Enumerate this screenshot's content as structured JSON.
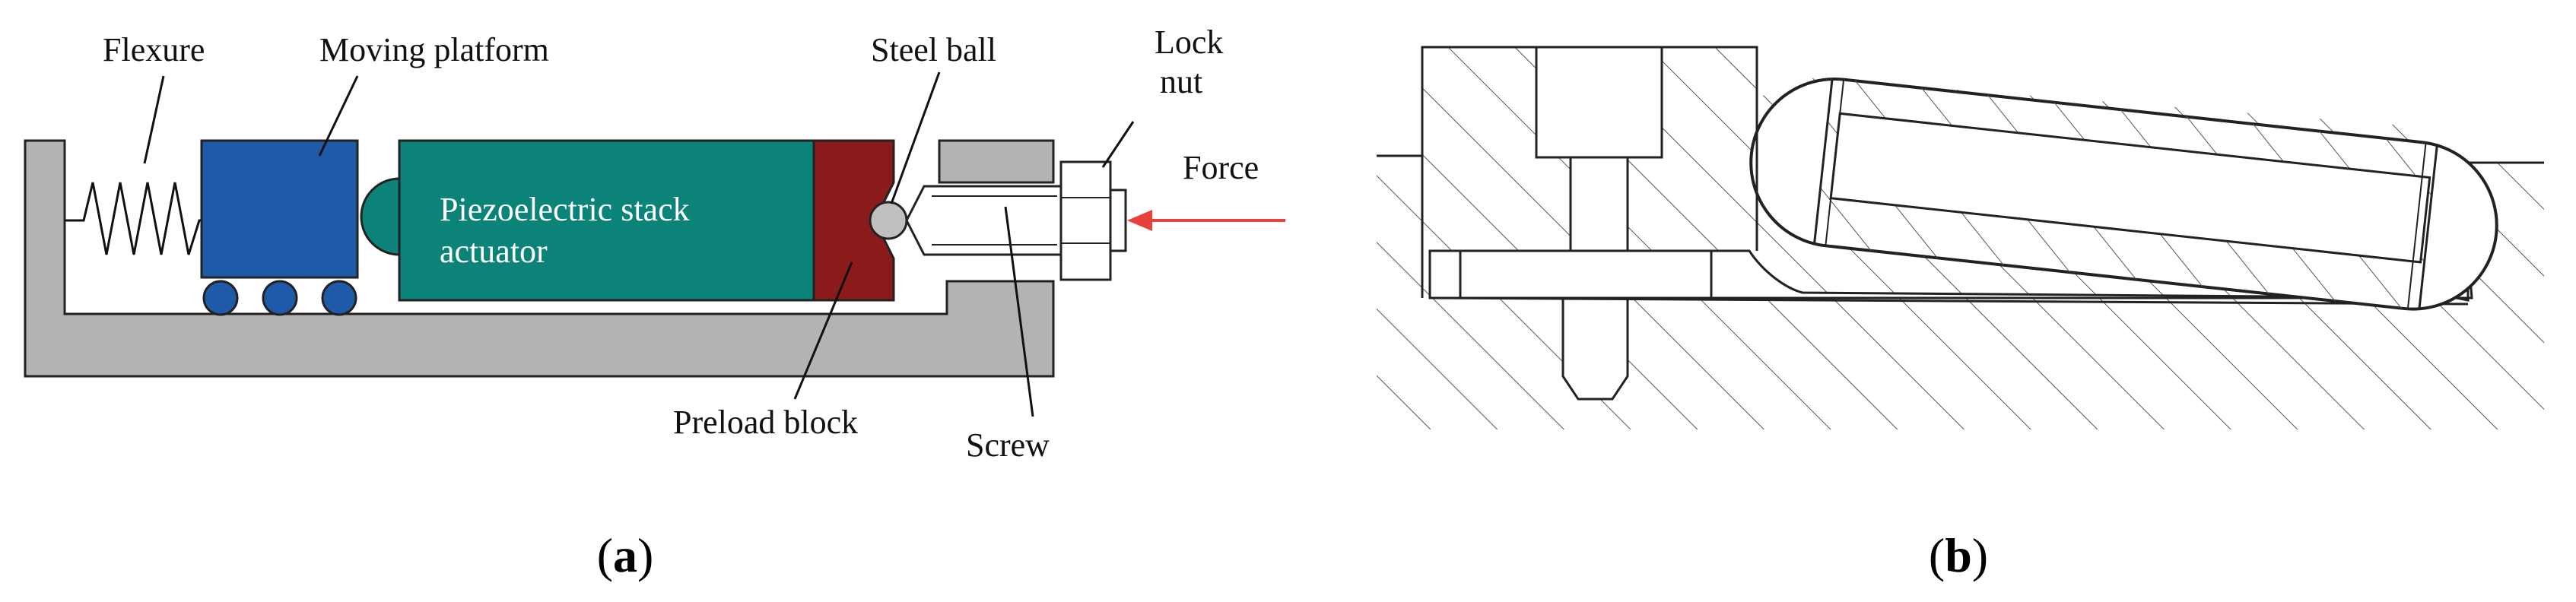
{
  "panel_a": {
    "labels": {
      "flexure": "Flexure",
      "moving_platform": "Moving platform",
      "steel_ball": "Steel ball",
      "lock": "Lock",
      "nut": "nut",
      "force": "Force",
      "piezo_line1": "Piezoelectric stack",
      "piezo_line2": "actuator",
      "preload_block": "Preload block",
      "screw": "Screw"
    },
    "caption_open": "(",
    "caption_letter": "a",
    "caption_close": ")",
    "colors": {
      "base": "#b3b3b3",
      "platform": "#1f5aa8",
      "actuator": "#0b8378",
      "preload_block": "#8b1a1a",
      "force_arrow": "#e8403a"
    }
  },
  "panel_b": {
    "caption_open": "(",
    "caption_letter": "b",
    "caption_close": ")"
  }
}
